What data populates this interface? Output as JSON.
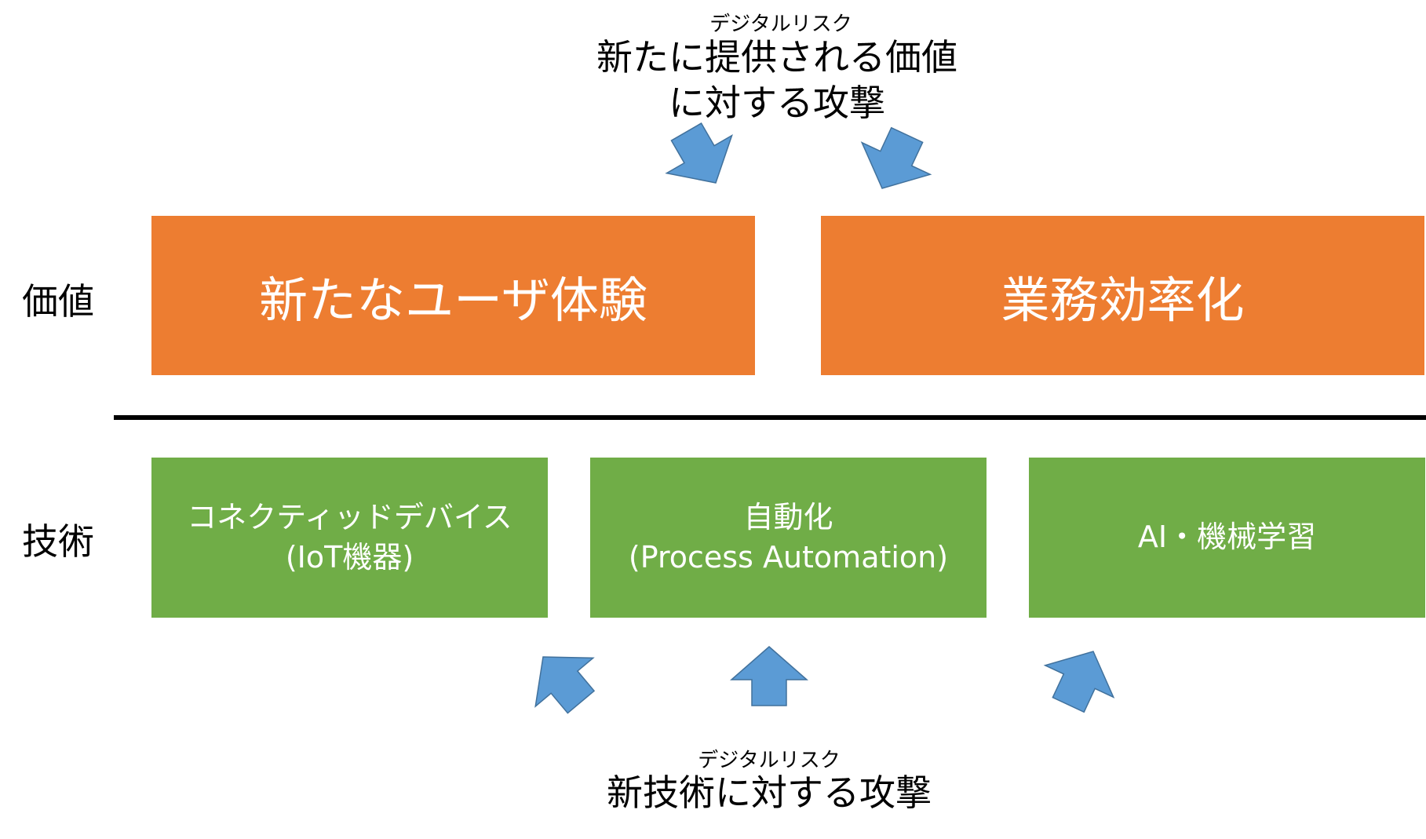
{
  "top_risk": {
    "category": "デジタルリスク",
    "line1": "新たに提供される価値",
    "line2": "に対する攻撃"
  },
  "row_labels": {
    "value": "価値",
    "technology": "技術"
  },
  "value_boxes": [
    {
      "label": "新たなユーザ体験"
    },
    {
      "label": "業務効率化"
    }
  ],
  "tech_boxes": [
    {
      "line1": "コネクティッドデバイス",
      "line2": "(IoT機器)"
    },
    {
      "line1": "自動化",
      "line2": "(Process Automation)"
    },
    {
      "line1": "AI・機械学習",
      "line2": ""
    }
  ],
  "bottom_risk": {
    "category": "デジタルリスク",
    "line1": "新技術に対する攻撃"
  },
  "colors": {
    "value_box": "#ed7d31",
    "tech_box": "#70ad47",
    "arrow": "#5b9bd5",
    "arrow_stroke": "#41719c"
  }
}
